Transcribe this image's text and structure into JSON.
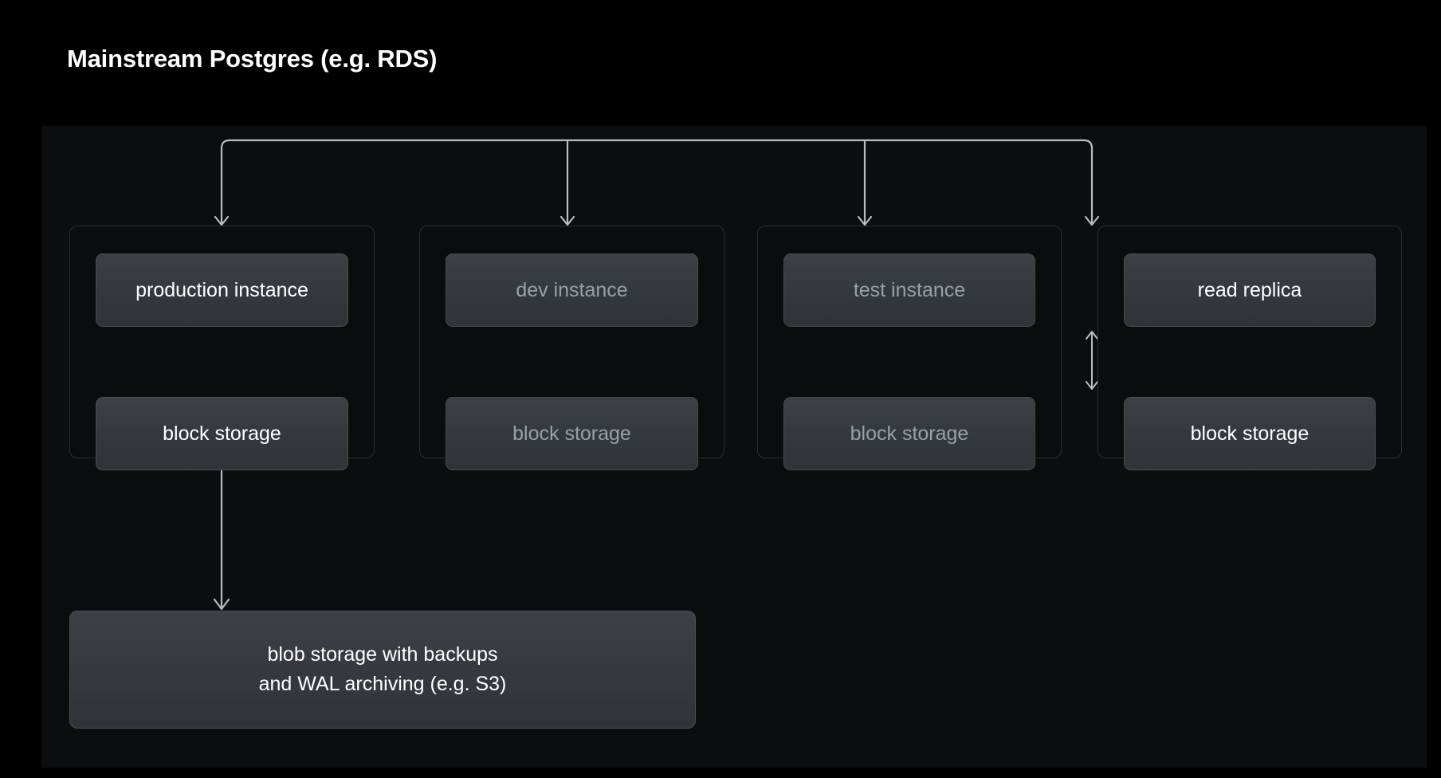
{
  "page": {
    "title": "Mainstream Postgres (e.g. RDS)",
    "background_color": "#000000",
    "panel_color": "#0c0d0e"
  },
  "colors": {
    "text_active": "#ffffff",
    "text_dimmed": "#9ba0a6",
    "card_border": "#4a4e55",
    "group_border": "#2b2d31",
    "connector": "#b9bcc1"
  },
  "diagram": {
    "type": "architecture-tree",
    "root_connector": {
      "name": "fan-out-bus",
      "description": "horizontal bus fanning out to four instance groups"
    },
    "groups": [
      {
        "id": "production",
        "state": "active",
        "instance": {
          "label": "production instance",
          "state": "active"
        },
        "storage": {
          "label": "block storage",
          "state": "active"
        },
        "link": {
          "name": "bidirectional-arrow",
          "direction": "both"
        }
      },
      {
        "id": "dev",
        "state": "dimmed",
        "instance": {
          "label": "dev instance",
          "state": "dimmed"
        },
        "storage": {
          "label": "block storage",
          "state": "dimmed"
        },
        "link": {
          "name": "bidirectional-arrow",
          "direction": "both"
        }
      },
      {
        "id": "test",
        "state": "dimmed",
        "instance": {
          "label": "test instance",
          "state": "dimmed"
        },
        "storage": {
          "label": "block storage",
          "state": "dimmed"
        },
        "link": {
          "name": "bidirectional-arrow",
          "direction": "both"
        }
      },
      {
        "id": "read-replica",
        "state": "active",
        "instance": {
          "label": "read replica",
          "state": "active"
        },
        "storage": {
          "label": "block storage",
          "state": "active"
        },
        "link": {
          "name": "bidirectional-arrow",
          "direction": "both"
        }
      }
    ],
    "blob_storage": {
      "label": "blob storage with backups\nand WAL archiving (e.g. S3)",
      "state": "active",
      "incoming_link": {
        "name": "downward-arrow",
        "from": "production",
        "direction": "down"
      }
    }
  }
}
